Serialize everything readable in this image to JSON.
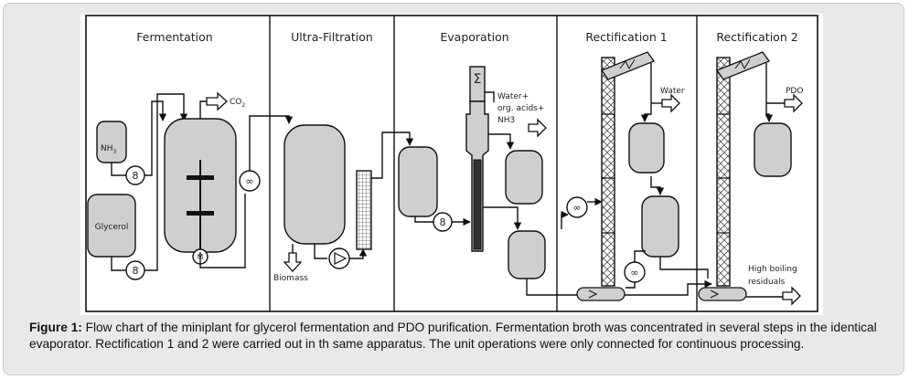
{
  "sections": [
    {
      "title": "Fermentation"
    },
    {
      "title": "Ultra-Filtration"
    },
    {
      "title": "Evaporation"
    },
    {
      "title": "Rectification 1"
    },
    {
      "title": "Rectification 2"
    }
  ],
  "labels": {
    "co2_base": "CO",
    "co2_sub": "2",
    "nh3_base": "NH",
    "nh3_sub": "3",
    "glycerol": "Glycerol",
    "motor": "M",
    "biomass": "Biomass",
    "water_acids_1": "Water+",
    "water_acids_2": "org. acids+",
    "water_acids_3": "NH3",
    "water": "Water",
    "pdo": "PDO",
    "residuals_1": "High boiling",
    "residuals_2": "residuals"
  },
  "caption": {
    "label": "Figure 1:",
    "text": " Flow chart of the miniplant for glycerol fermentation and PDO purification. Fermentation broth was concentrated in several steps in the identical evaporator. Rectification 1 and 2 were carried out in th same apparatus. The unit operations were only connected for continuous processing."
  }
}
